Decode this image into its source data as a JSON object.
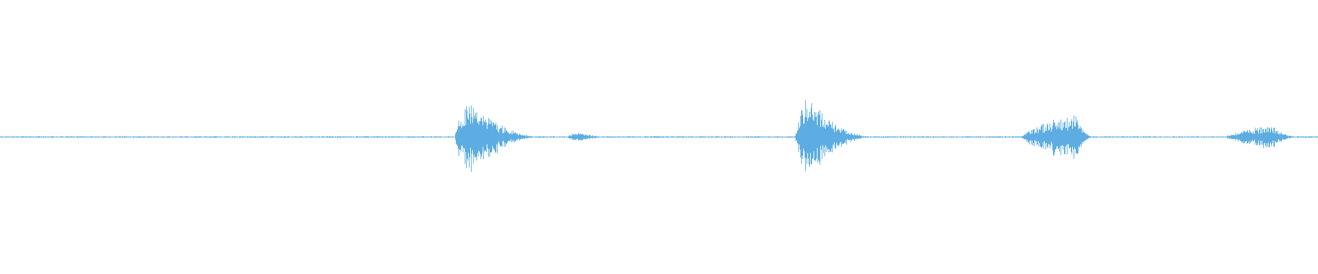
{
  "waveform": {
    "color": "#5DADE2",
    "background": "#FFFFFF",
    "amplitude_scale": [
      -1,
      1
    ],
    "duration_fraction_start": 0,
    "duration_fraction_end": 1,
    "noise_floor": 0.01,
    "segments": [
      {
        "start": 0.345,
        "peak": 0.355,
        "end": 0.41,
        "amp": 0.62
      },
      {
        "start": 0.43,
        "peak": 0.437,
        "end": 0.465,
        "amp": 0.08
      },
      {
        "start": 0.603,
        "peak": 0.613,
        "end": 0.662,
        "amp": 0.64
      },
      {
        "start": 0.775,
        "peak": 0.815,
        "end": 0.83,
        "amp": 0.38
      },
      {
        "start": 0.93,
        "peak": 0.965,
        "end": 0.985,
        "amp": 0.19
      }
    ]
  }
}
